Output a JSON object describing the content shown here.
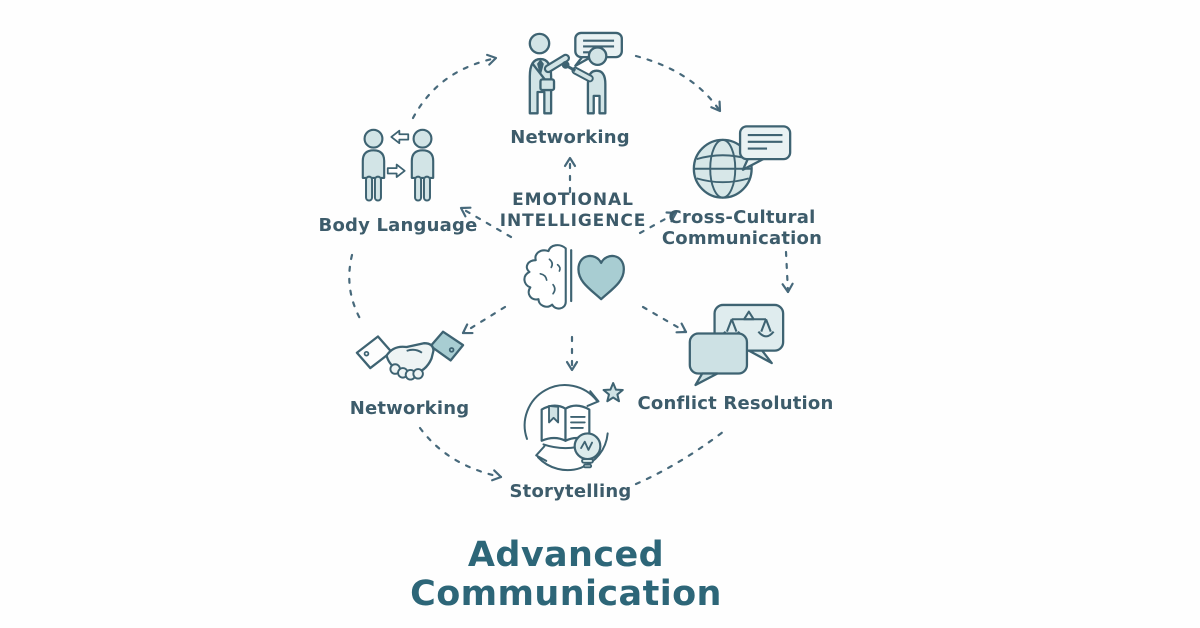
{
  "title": {
    "line1": "Advanced",
    "line2": "Communication"
  },
  "center": {
    "id": "emotional-intelligence",
    "label_line1": "EMOTIONAL",
    "label_line2": "INTELLIGENCE",
    "icon": "brain-heart-icon"
  },
  "nodes": [
    {
      "id": "networking-top",
      "label": "Networking",
      "icon": "people-conversation-icon",
      "position": "top"
    },
    {
      "id": "cross-cultural-communication",
      "label": "Cross-Cultural Communication",
      "icon": "globe-speech-bubble-icon",
      "position": "top-right"
    },
    {
      "id": "conflict-resolution",
      "label": "Conflict Resolution",
      "icon": "speech-bubbles-scales-icon",
      "position": "right"
    },
    {
      "id": "storytelling",
      "label": "Storytelling",
      "icon": "book-lightbulb-star-icon",
      "position": "bottom"
    },
    {
      "id": "networking-bottom",
      "label": "Networking",
      "icon": "handshake-icon",
      "position": "bottom-left"
    },
    {
      "id": "body-language",
      "label": "Body Language",
      "icon": "two-people-arrows-icon",
      "position": "left"
    }
  ],
  "connections": [
    {
      "from": "emotional-intelligence",
      "to": "networking-top",
      "type": "dashed-arrow"
    },
    {
      "from": "emotional-intelligence",
      "to": "cross-cultural-communication",
      "type": "dashed-arrow"
    },
    {
      "from": "emotional-intelligence",
      "to": "conflict-resolution",
      "type": "dashed-arrow"
    },
    {
      "from": "emotional-intelligence",
      "to": "storytelling",
      "type": "dashed-arrow"
    },
    {
      "from": "emotional-intelligence",
      "to": "networking-bottom",
      "type": "dashed-arrow"
    },
    {
      "from": "emotional-intelligence",
      "to": "body-language",
      "type": "dashed-arrow"
    },
    {
      "from": "body-language",
      "to": "networking-top",
      "type": "dashed-arrow"
    },
    {
      "from": "networking-top",
      "to": "cross-cultural-communication",
      "type": "dashed-arrow"
    },
    {
      "from": "cross-cultural-communication",
      "to": "conflict-resolution",
      "type": "dashed-arrow"
    },
    {
      "from": "networking-bottom",
      "to": "storytelling",
      "type": "dashed-arrow"
    },
    {
      "from": "storytelling",
      "to": "conflict-resolution",
      "type": "dashed-line"
    },
    {
      "from": "body-language",
      "to": "networking-bottom",
      "type": "dashed-line"
    }
  ],
  "colors": {
    "background": "#ffffff",
    "outline": "#3e6372",
    "fill_light": "#d2e4e6",
    "fill_lighter": "#e9f2f3",
    "fill_medium": "#a8cdd2",
    "label_text": "#3d5c6b",
    "title_text": "#2d6678",
    "arrow": "#47697b"
  }
}
